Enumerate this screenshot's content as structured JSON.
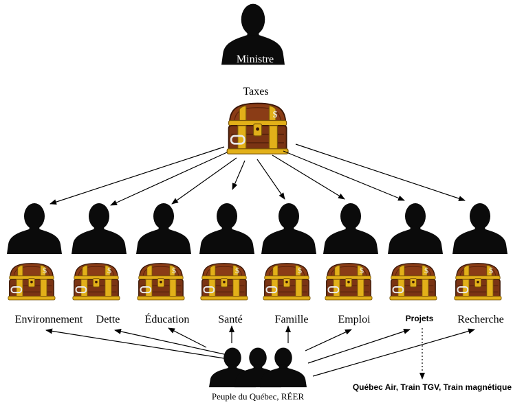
{
  "minister": {
    "title_line1": "Ministre",
    "title_line2": "des finances",
    "label": "Taxes"
  },
  "currency_symbol": "$",
  "departments": [
    {
      "label": "Environnement"
    },
    {
      "label": "Dette"
    },
    {
      "label": "Éducation"
    },
    {
      "label": "Santé"
    },
    {
      "label": "Famille"
    },
    {
      "label": "Emploi"
    },
    {
      "label": "Projets"
    },
    {
      "label": "Recherche"
    }
  ],
  "people": {
    "label": "Peuple du Québec, RÉER"
  },
  "projects_note": {
    "label": "Québec Air, Train TGV, Train magnétique"
  },
  "colors": {
    "silhouette": "#0b0b0b",
    "chest_wood": "#7a3414",
    "chest_wood_dark": "#4a1c08",
    "chest_gold": "#e2b019",
    "chest_gold_dark": "#a77a0c",
    "arrow": "#000000"
  }
}
